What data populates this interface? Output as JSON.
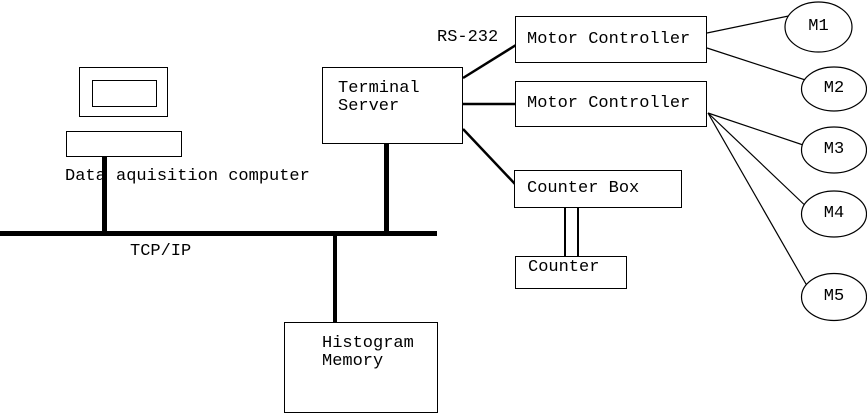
{
  "page": {
    "background_color": "#ffffff",
    "ink_color": "#000000"
  },
  "diagram": {
    "computer_label": "Data aquisition computer",
    "bus_label": "TCP/IP",
    "link_label": "RS-232",
    "terminal_server": {
      "line1": "Terminal",
      "line2": "Server"
    },
    "motor_controller_1": {
      "label": "Motor Controller"
    },
    "motor_controller_2": {
      "label": "Motor Controller"
    },
    "counter_box": {
      "label": "Counter Box"
    },
    "counter": {
      "label": "Counter"
    },
    "histogram_memory": {
      "line1": "Histogram",
      "line2": "Memory"
    },
    "motors": [
      {
        "label": "M1"
      },
      {
        "label": "M2"
      },
      {
        "label": "M3"
      },
      {
        "label": "M4"
      },
      {
        "label": "M5"
      }
    ],
    "connections": [
      {
        "from": "data-aquisition-computer",
        "to": "tcp-ip-bus"
      },
      {
        "from": "terminal-server",
        "to": "tcp-ip-bus"
      },
      {
        "from": "histogram-memory",
        "to": "tcp-ip-bus"
      },
      {
        "from": "terminal-server",
        "to": "motor-controller-1",
        "label": "RS-232"
      },
      {
        "from": "terminal-server",
        "to": "motor-controller-2"
      },
      {
        "from": "terminal-server",
        "to": "counter-box"
      },
      {
        "from": "counter-box",
        "to": "counter"
      },
      {
        "from": "motor-controller-1",
        "to": "M1"
      },
      {
        "from": "motor-controller-1",
        "to": "M2"
      },
      {
        "from": "motor-controller-2",
        "to": "M3"
      },
      {
        "from": "motor-controller-2",
        "to": "M4"
      },
      {
        "from": "motor-controller-2",
        "to": "M5"
      }
    ]
  }
}
